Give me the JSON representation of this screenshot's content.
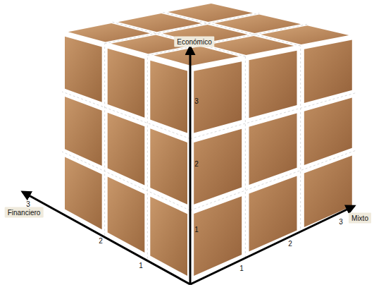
{
  "diagram": {
    "labels": [
      "Económico",
      "3",
      "2",
      "1",
      "Financiero",
      "3",
      "2",
      "1",
      "Mixto",
      "1",
      "2",
      "3"
    ]
  }
}
